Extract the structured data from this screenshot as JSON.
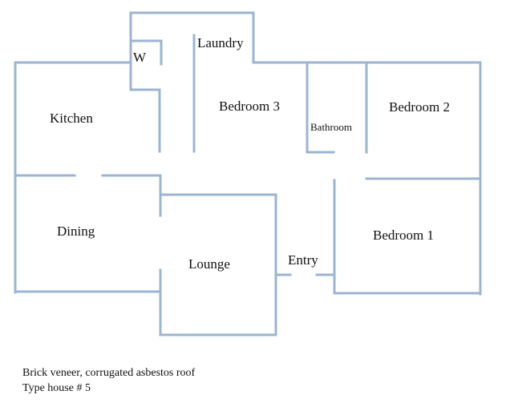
{
  "rooms": {
    "laundry": "Laundry",
    "w": "W",
    "kitchen": "Kitchen",
    "bedroom3": "Bedroom 3",
    "bathroom": "Bathroom",
    "bedroom2": "Bedroom 2",
    "dining": "Dining",
    "lounge": "Lounge",
    "entry": "Entry",
    "bedroom1": "Bedroom 1"
  },
  "caption": {
    "line1": "Brick veneer, corrugated asbestos roof",
    "line2": "Type house # 5"
  },
  "colors": {
    "wall": "#9bb5d0",
    "wall_edge": "#6d8fb5",
    "text": "#111111"
  }
}
